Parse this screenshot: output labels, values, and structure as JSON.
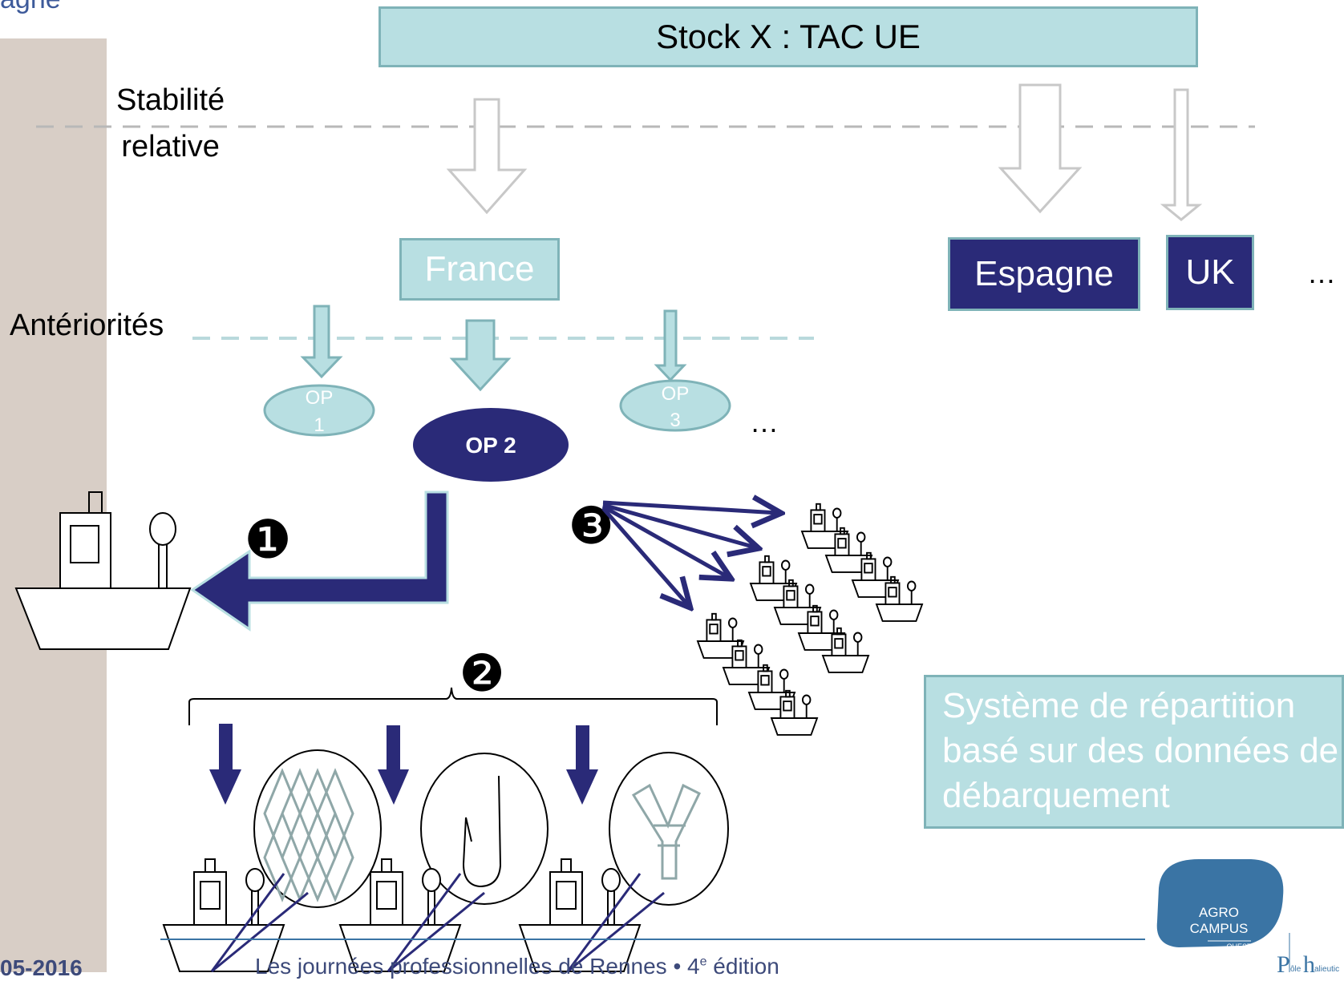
{
  "header": {
    "fragment": "agne"
  },
  "top": {
    "stock_label": "Stock X : TAC UE"
  },
  "levels": {
    "relative_stability": "Stabilité\nrelative",
    "anteriorities": "Antériorités"
  },
  "countries": {
    "france": "France",
    "spain": "Espagne",
    "uk": "UK",
    "more": "…"
  },
  "producer_orgs": {
    "op1": "OP\n1",
    "op2": "OP 2",
    "op3": "OP\n3",
    "more": "…"
  },
  "steps": {
    "one": "❶",
    "two": "❷",
    "three": "❸"
  },
  "callout": {
    "text": "Système de répartition basé sur des données de débarquement"
  },
  "footer": {
    "date_fragment": "05-2016",
    "event_prefix": "Les journées professionnelles de Rennes • 4",
    "event_sup": "e",
    "event_suffix": " édition"
  },
  "logo": {
    "line1": "AGRO",
    "line2": "CAMPUS",
    "line3": "OUEST",
    "pole_p": "P",
    "pole_ole": "ôle",
    "pole_h": "h",
    "pole_rest": "alieutic"
  },
  "colors": {
    "teal_fill": "#b8dfe2",
    "teal_border": "#7fb3b8",
    "navy": "#2a2a78",
    "arrow_gray": "#c8c8c8",
    "band": "#d8cec6",
    "logo_blue": "#3a74a4"
  }
}
